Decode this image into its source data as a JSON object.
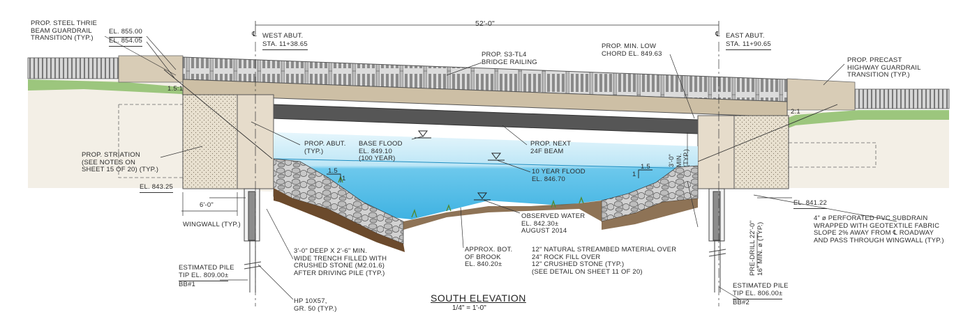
{
  "drawing": {
    "title": "SOUTH ELEVATION",
    "scale": "1/4\" = 1'-0\"",
    "span_dimension": "52'-0\"",
    "centerline_symbol": "℄",
    "left_slope": "1.5:1",
    "right_slope": "2:1",
    "left_riprap_slope": "1.5",
    "right_riprap_slope": "1.5",
    "riprap_rise": "1",
    "labels": {
      "guardrail_left": "PROP. STEEL THRIE\nBEAM GUARDRAIL\nTRANSITION (TYP.)",
      "el_855": "EL. 855.00",
      "el_854": "EL. 854.05",
      "west_abut_name": "WEST ABUT.",
      "west_abut_sta": "STA. 11+38.65",
      "bridge_railing": "PROP. S3-TL4\nBRIDGE RAILING",
      "low_chord": "PROP. MIN. LOW\nCHORD EL. 849.63",
      "east_abut_name": "EAST ABUT.",
      "east_abut_sta": "STA. 11+90.65",
      "guardrail_right": "PROP. PRECAST\nHIGHWAY GUARDRAIL\nTRANSITION (TYP.)",
      "prop_abut": "PROP. ABUT.\n(TYP.)",
      "base_flood": "BASE FLOOD\nEL. 849.10\n(100 YEAR)",
      "next_beam": "PROP. NEXT\n24F BEAM",
      "clearance": "3'-0\"\nMIN.\n(TYP.)",
      "striation": "PROP. STRIATION\n(SEE NOTES ON\nSHEET 15 OF 20) (TYP.)",
      "ten_year_flood": "10 YEAR FLOOD\nEL. 846.70",
      "el_843": "EL. 843.25",
      "el_841": "EL. 841.22",
      "observed_water": "OBSERVED WATER\nEL. 842.30±\nAUGUST 2014",
      "wingwall_dim": "6'-0\"",
      "wingwall": "WINGWALL (TYP.)",
      "subdrain": "4\" ø PERFORATED PVC SUBDRAIN\nWRAPPED WITH GEOTEXTILE FABRIC\nSLOPE 2% AWAY FROM ℄ ROADWAY\nAND PASS THROUGH WINGWALL (TYP.)",
      "trench": "3'-0\" DEEP X 2'-6\" MIN.\nWIDE TRENCH FILLED WITH\nCRUSHED STONE (M2.01.6)\nAFTER DRIVING PILE (TYP.)",
      "brook_bottom": "APPROX. BOT.\nOF BROOK\nEL. 840.20±",
      "streambed": "12\" NATURAL STREAMBED MATERIAL OVER\n24\" ROCK FILL OVER\n12\" CRUSHED STONE (TYP.)\n(SEE DETAIL ON SHEET 11 OF 20)",
      "predrill": "PRE-DRILL 22'-0\"\n16\" MIN. ø (TYP.)",
      "pile_tip_left_1": "ESTIMATED PILE",
      "pile_tip_left_2": "TIP EL. 809.00±",
      "pile_tip_left_3": "BB#1",
      "hp_pile": "HP 10X57,\nGR. 50 (TYP.)",
      "pile_tip_right_1": "ESTIMATED PILE",
      "pile_tip_right_2": "TIP EL. 806.00±",
      "pile_tip_right_3": "BB#2"
    },
    "colors": {
      "water_deep": "#5cc0e6",
      "water_light": "#d9f1fa",
      "concrete": "#d9cdb8",
      "deck": "#cbbfa8",
      "beam": "#565656",
      "soil": "#6b4a2c",
      "grass": "#6aa84f",
      "riprap": "#c9c9c9",
      "line": "#333333"
    }
  }
}
